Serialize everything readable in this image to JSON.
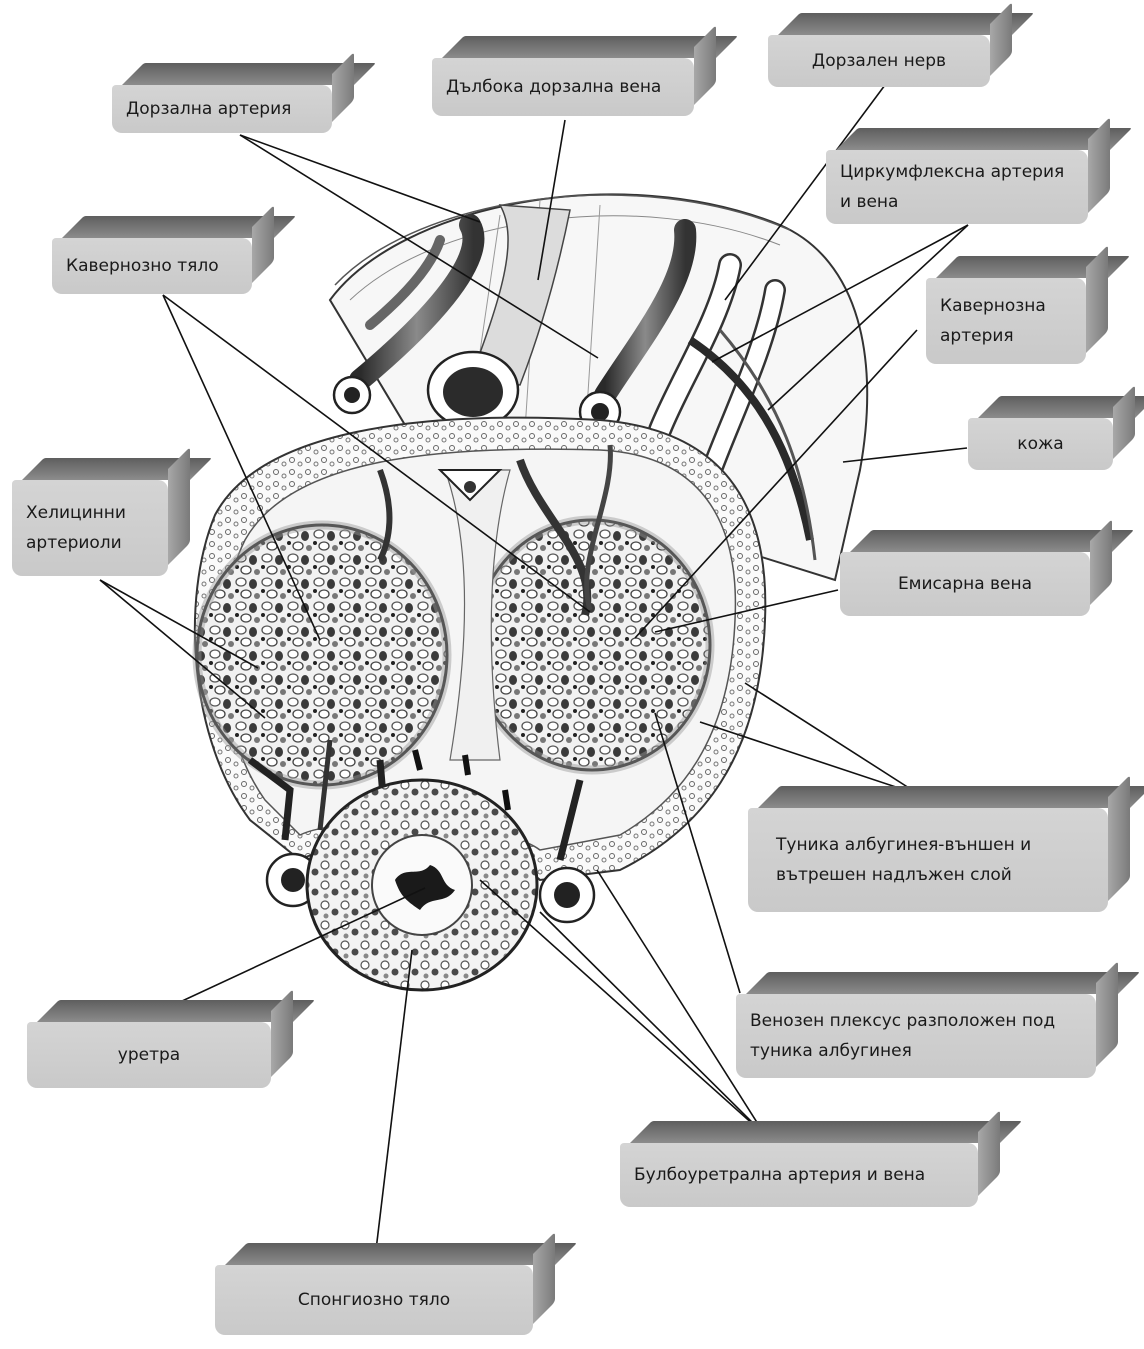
{
  "labels": {
    "dorsal_artery": "Дорзална артерия",
    "deep_dorsal_vein": "Дълбока дорзална вена",
    "dorsal_nerve": "Дорзален нерв",
    "circumflex": "Циркумфлексна артерия и вена",
    "cavernous_body": "Кавернозно тяло",
    "cavernous_artery": "Кавернозна артерия",
    "skin": "кожа",
    "helicine": "Хелицинни артериоли",
    "emissary_vein": "Емисарна вена",
    "tunica": "Туника албугинея-външен и вътрешен надлъжен слой",
    "venous_plexus": "Венозен плексус разположен под туника албугинея",
    "urethra": "уретра",
    "bulbourethral": "Булбоуретрална артерия и вена",
    "spongy_body": "Спонгиозно тяло"
  }
}
